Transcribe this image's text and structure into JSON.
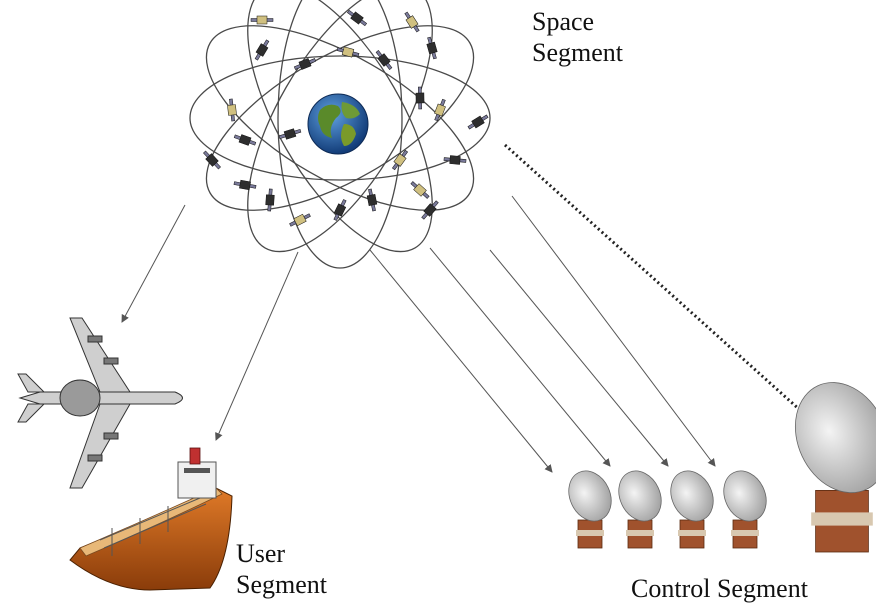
{
  "labels": {
    "space": [
      "Space",
      "Segment"
    ],
    "user": [
      "User",
      "Segment"
    ],
    "control": "Control Segment"
  },
  "colors": {
    "background": "#ffffff",
    "orbit": "#4a4a4a",
    "ocean": "#1e5aa8",
    "land": "#5a8a2a",
    "ship_hull": "#c86418",
    "ship_deck": "#e8b878",
    "aircraft": "#c8c8c8",
    "dish": "#d8d8d8",
    "dish_base": "#a0522d",
    "signal": "#555555"
  },
  "icons": [
    "satellite-constellation-icon",
    "earth-icon",
    "aircraft-icon",
    "ship-icon",
    "ground-antenna-icon"
  ]
}
